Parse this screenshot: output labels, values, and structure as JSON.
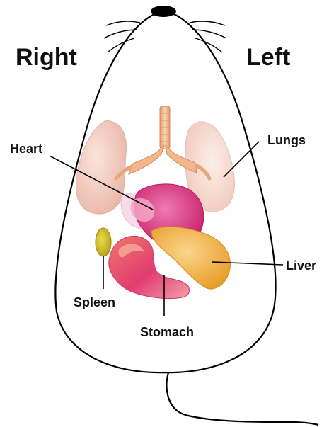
{
  "labels": {
    "right": "Right",
    "left": "Left",
    "heart": "Heart",
    "lungs": "Lungs",
    "liver": "Liver",
    "spleen": "Spleen",
    "stomach": "Stomach"
  },
  "colors": {
    "outline": "#000000",
    "nose": "#000000",
    "lung": "#f2c9bd",
    "trachea": "#f0b68a",
    "heart": "#d9307a",
    "liver": "#f2b23a",
    "spleen": "#c9b21c",
    "stomach": "#e2477a"
  }
}
